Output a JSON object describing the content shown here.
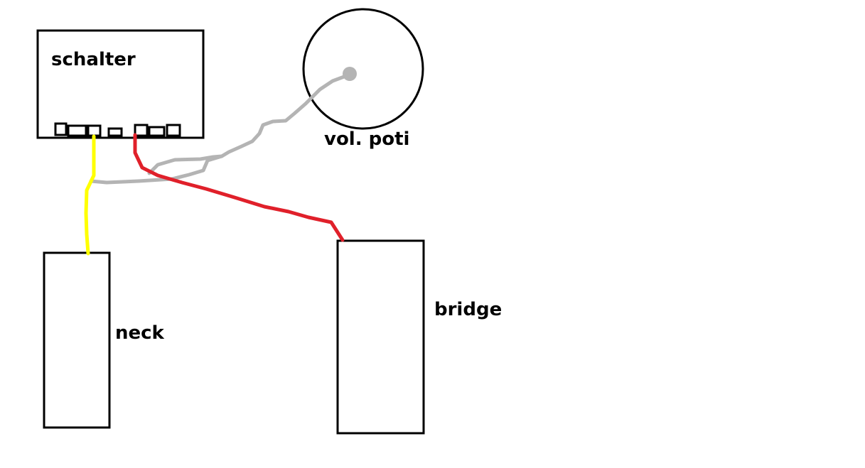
{
  "components": {
    "switch": {
      "label": "schalter"
    },
    "volume_pot": {
      "label": "vol. poti"
    },
    "neck_pickup": {
      "label": "neck"
    },
    "bridge_pickup": {
      "label": "bridge"
    }
  },
  "colors": {
    "background": "#ffffff",
    "outline": "#000000",
    "wire_neck": "#ffff00",
    "wire_bridge": "#e0202a",
    "wire_pot": "#b4b4b4"
  }
}
